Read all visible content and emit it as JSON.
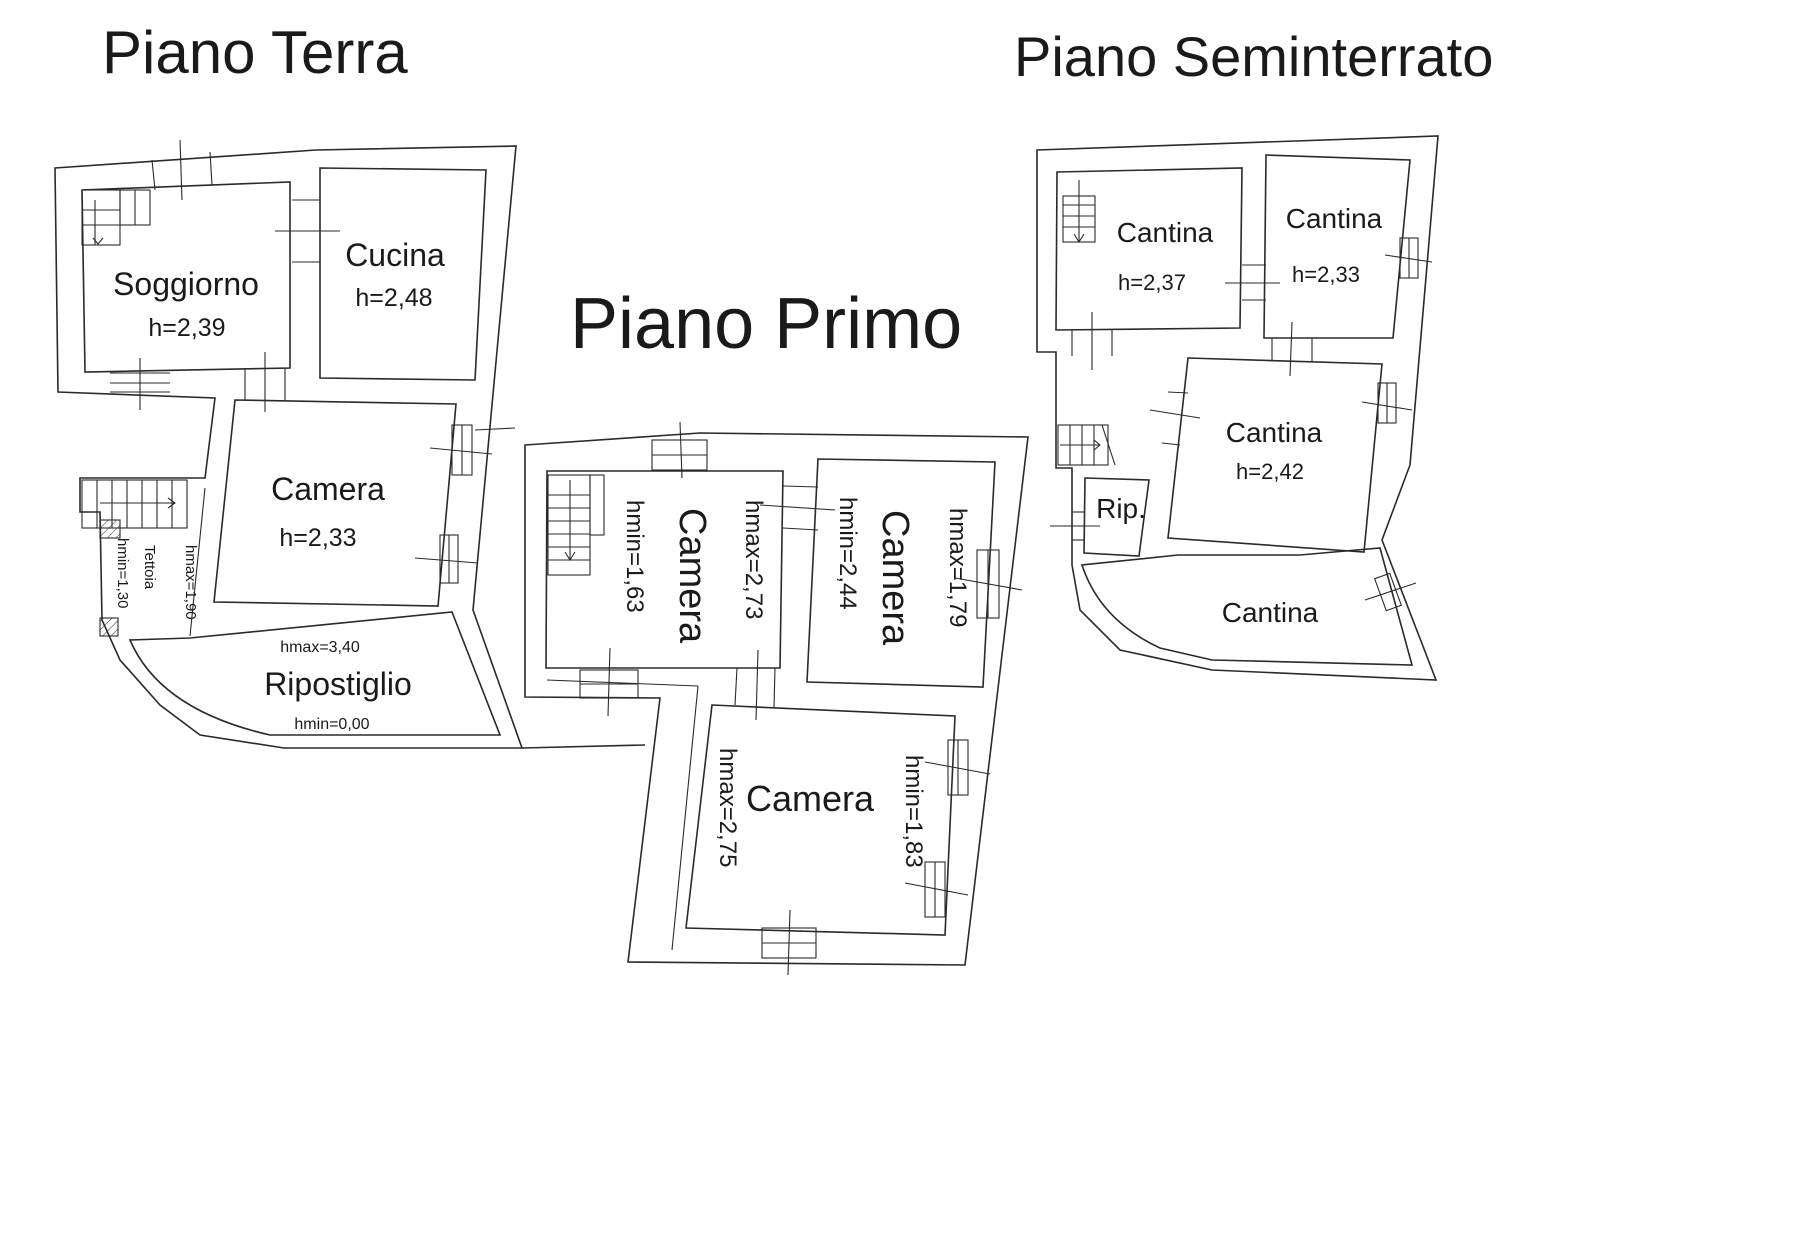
{
  "floors": {
    "ground": {
      "title": "Piano Terra",
      "rooms": {
        "soggiorno": {
          "name": "Soggiorno",
          "height": "h=2,39"
        },
        "cucina": {
          "name": "Cucina",
          "height": "h=2,48"
        },
        "camera": {
          "name": "Camera",
          "height": "h=2,33"
        },
        "tettoia": {
          "name": "Tettoia",
          "hmin": "hmin=1,30",
          "hmax": "hmax=1,90"
        },
        "ripostiglio": {
          "name": "Ripostiglio",
          "hmax": "hmax=3,40",
          "hmin": "hmin=0,00"
        }
      }
    },
    "first": {
      "title": "Piano Primo",
      "rooms": {
        "camera_left": {
          "name": "Camera",
          "hmin": "hmin=1,63",
          "hmax": "hmax=2,73"
        },
        "camera_right": {
          "name": "Camera",
          "hmin": "hmin=2,44",
          "hmax": "hmax=1,79"
        },
        "camera_bottom": {
          "name": "Camera",
          "hmax": "hmax=2,75",
          "hmin": "hmin=1,83"
        }
      }
    },
    "basement": {
      "title": "Piano Seminterrato",
      "rooms": {
        "cantina_1": {
          "name": "Cantina",
          "height": "h=2,37"
        },
        "cantina_2": {
          "name": "Cantina",
          "height": "h=2,33"
        },
        "cantina_3": {
          "name": "Cantina",
          "height": "h=2,42"
        },
        "rip": {
          "name": "Rip."
        },
        "cantina_4": {
          "name": "Cantina"
        }
      }
    }
  },
  "icons": {
    "stair": "staircase-icon",
    "window": "window-icon",
    "door": "door-icon"
  }
}
